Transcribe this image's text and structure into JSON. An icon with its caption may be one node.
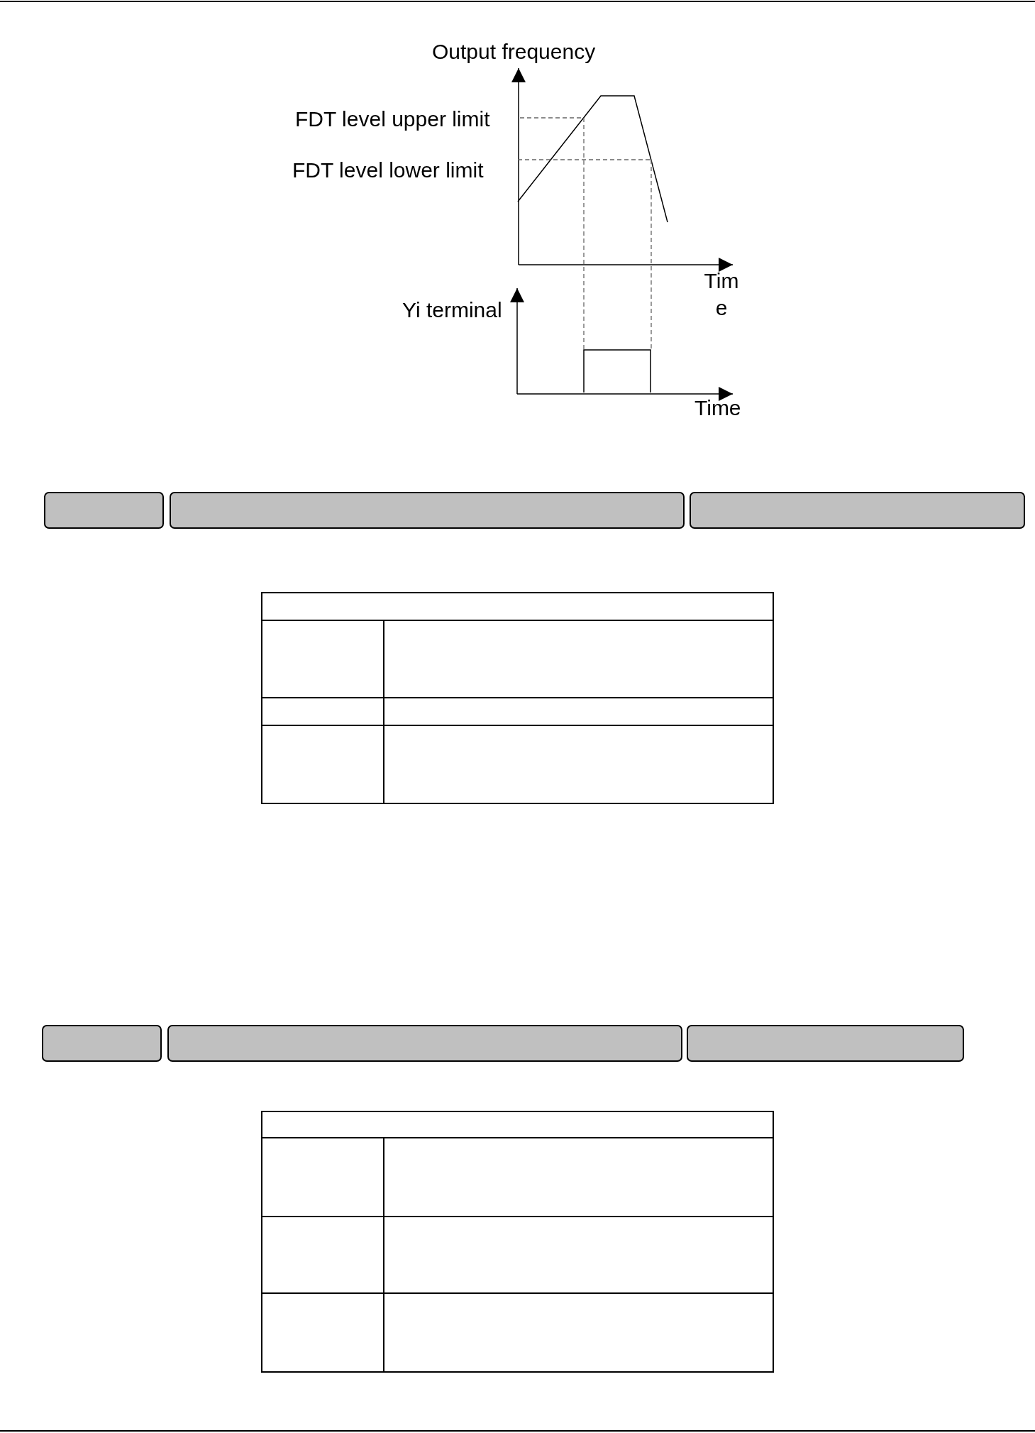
{
  "diagram": {
    "nodes": [
      {
        "text": [],
        "shape": "box"
      },
      {
        "text": [],
        "shape": "box"
      },
      {
        "text": [],
        "shape": "box"
      },
      {
        "text": [],
        "shape": "box"
      },
      {
        "text": [],
        "shape": "box"
      },
      {
        "text": [],
        "shape": "box"
      }
    ],
    "labels": [
      "Output frequency",
      "FDT level upper limit",
      "FDT level lower limit",
      "Time",
      "Yi terminal",
      "Time"
    ]
  }
}
